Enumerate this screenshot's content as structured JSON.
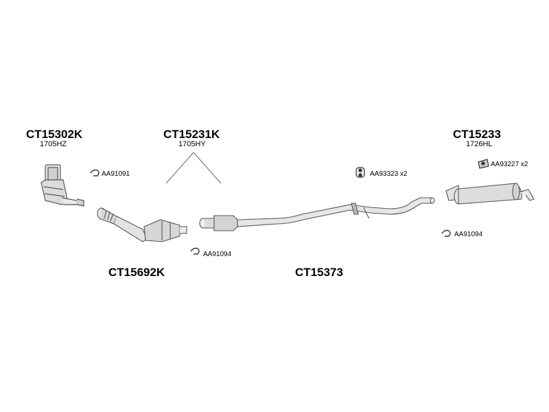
{
  "parts": {
    "ct15302k": {
      "code": "CT15302K",
      "sub": "1705HZ"
    },
    "ct15231k": {
      "code": "CT15231K",
      "sub": "1705HY"
    },
    "ct15233": {
      "code": "CT15233",
      "sub": "1726HL"
    },
    "ct15692k": {
      "code": "CT15692K"
    },
    "ct15373": {
      "code": "CT15373"
    }
  },
  "fittings": {
    "aa91091": "AA91091",
    "aa93323": "AA93323 x2",
    "aa93227": "AA93227 x2",
    "aa91094_left": "AA91094",
    "aa91094_right": "AA91094"
  }
}
